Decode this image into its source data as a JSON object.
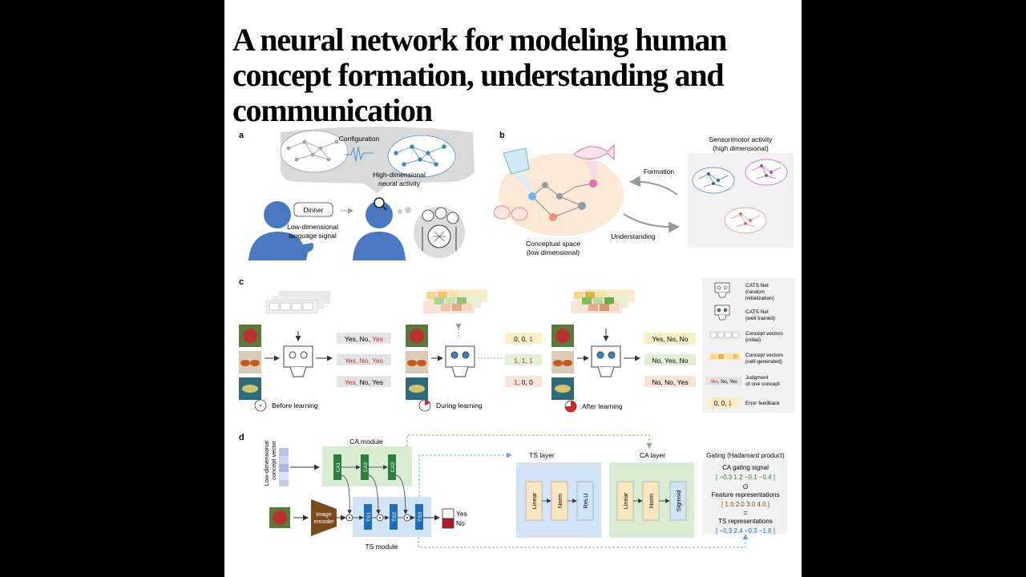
{
  "title": "A neural network for modeling human concept formation, understanding and communication",
  "panels": {
    "a": {
      "letter": "a",
      "configuration": "Configuration",
      "high_dim_1": "High-dimensional",
      "high_dim_2": "neural activity",
      "dinner": "Dinner",
      "low_dim_1": "Low-dimensional",
      "low_dim_2": "language signal"
    },
    "b": {
      "letter": "b",
      "sensorimotor_1": "Sensorimotor activity",
      "sensorimotor_2": "(high dimensional)",
      "formation": "Formation",
      "understanding": "Understanding",
      "conceptual_1": "Conceptual space",
      "conceptual_2": "(low dimensional)"
    },
    "c": {
      "letter": "c",
      "stages": [
        "Before learning",
        "During learning",
        "After learning"
      ],
      "judgments_before": [
        [
          {
            "t": "Yes, ",
            "red": false
          },
          {
            "t": "No, ",
            "red": false
          },
          {
            "t": "Yes",
            "red": true
          }
        ],
        [
          {
            "t": "Yes, ",
            "red": true
          },
          {
            "t": "No, ",
            "red": true
          },
          {
            "t": "Yes",
            "red": true
          }
        ],
        [
          {
            "t": "Yes, ",
            "red": true
          },
          {
            "t": "No, ",
            "red": false
          },
          {
            "t": "Yes",
            "red": false
          }
        ]
      ],
      "feedback_during": [
        [
          {
            "t": "0, ",
            "red": false
          },
          {
            "t": "0, ",
            "red": false
          },
          {
            "t": "1",
            "red": true
          }
        ],
        [
          {
            "t": "1, ",
            "red": true
          },
          {
            "t": "1, ",
            "red": true
          },
          {
            "t": "1",
            "red": true
          }
        ],
        [
          {
            "t": "1",
            "red": true
          },
          {
            "t": ", 0, 0",
            "red": false
          }
        ]
      ],
      "judgments_after": [
        "Yes, No, No",
        "No, Yes, No",
        "No, No, Yes"
      ],
      "legend": {
        "random_1": "CATS Net",
        "random_2": "(random",
        "random_3": "initialization)",
        "trained_1": "CATS Net",
        "trained_2": "(well trained)",
        "cv_init_1": "Concept vectors",
        "cv_init_2": "(initial)",
        "cv_self_1": "Concept vectors",
        "cv_self_2": "(self-generated)",
        "judgment_1": "Judgment",
        "judgment_2": "of one concept",
        "judgment_sample": "Yes, No, Yes",
        "error_feedback": "Error feedback",
        "feedback_sample": "0, 0, 1"
      }
    },
    "d": {
      "letter": "d",
      "concept_vector_1": "Low-dimensional",
      "concept_vector_2": "concept vector",
      "ca_module": "CA module",
      "ts_module": "TS module",
      "ca_units": [
        "CA1",
        "CA2",
        "CA3"
      ],
      "ts_units": [
        "TS1",
        "TS2",
        "TS3"
      ],
      "image_encoder_1": "Image",
      "image_encoder_2": "encoder",
      "yes": "Yes",
      "no": "No",
      "ts_layer": "TS layer",
      "ca_layer": "CA layer",
      "ts_layer_blocks": [
        "Linear",
        "Norm",
        "ReLU"
      ],
      "ca_layer_blocks": [
        "Linear",
        "Norm",
        "Sigmoid"
      ],
      "gating_title": "Gating (Hadamard product)",
      "ca_gating_signal": "CA gating signal",
      "ca_values": "[ −0.3  1.2 −0.1 −0.4 ]",
      "odot": "⊙",
      "feature_repr": "Feature representations",
      "feature_values": "[  1.0  2.0  3.0  4.0  ]",
      "equals": "=",
      "ts_repr": "TS representations",
      "ts_values": "[ −0.3  2.4 −0.3 −1.6 ]"
    }
  },
  "colors": {
    "person_blue": "#4a78c2",
    "ca_green": "#2e7d43",
    "ts_blue": "#1f6fb8",
    "encoder_brown": "#7a4a1c",
    "error_red": "#d0262c",
    "feedback_yellow": "#fbefc6",
    "judgment_gray": "#e4e4e4"
  }
}
